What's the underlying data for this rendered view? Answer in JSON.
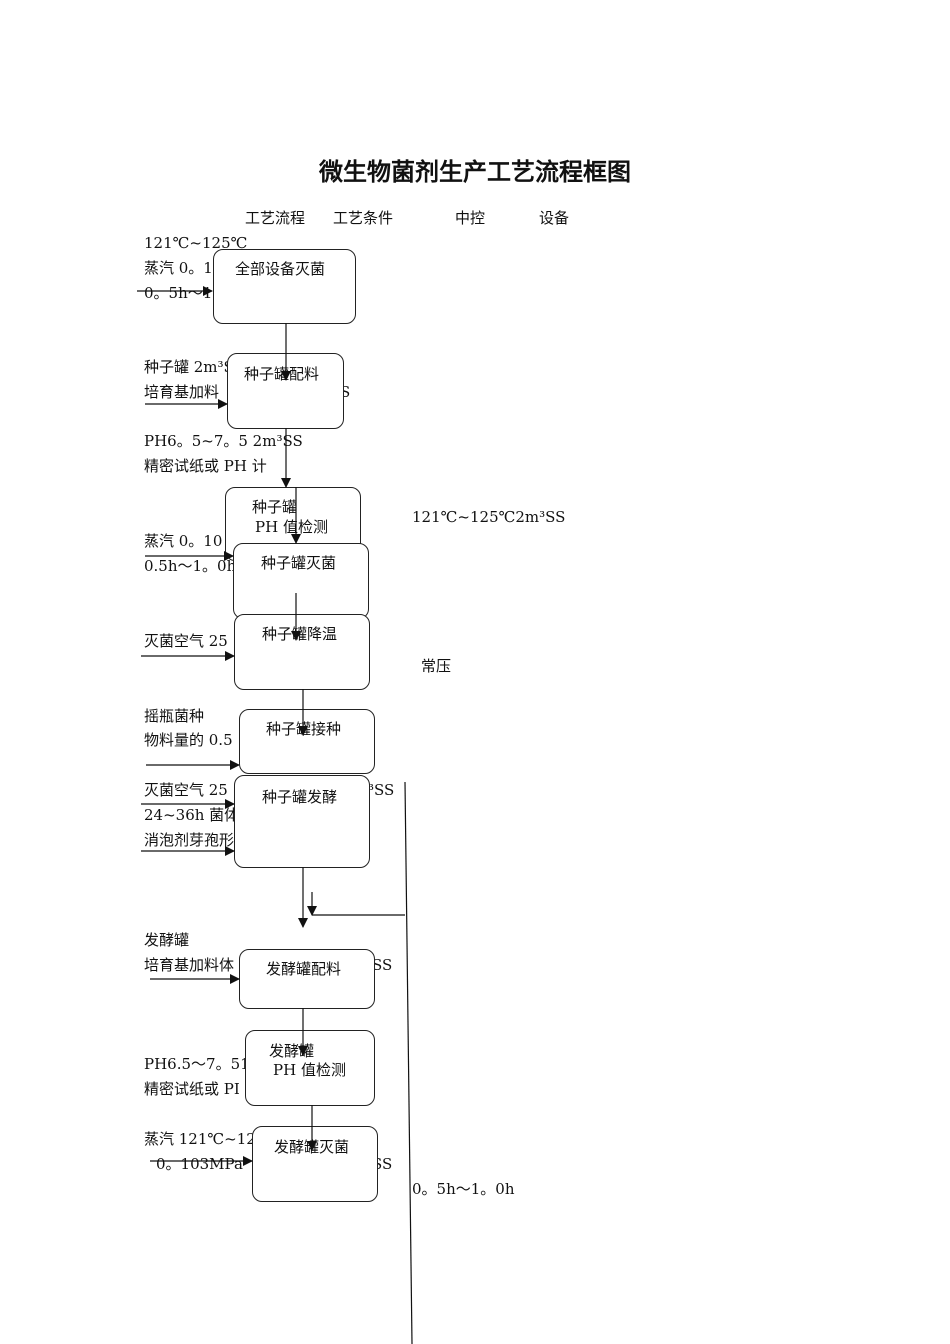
{
  "title": "微生物菌剂生产工艺流程框图",
  "headers": [
    "工艺流程",
    "工艺条件",
    "中控",
    "设备"
  ],
  "labels": {
    "l1": "121℃~125℃",
    "l2": "蒸汽 0。1",
    "l3": "0。5h～1.",
    "l4": "种子罐 2m³S",
    "l5": "培育基加料",
    "l5b": "S",
    "l6": "PH6。5~7。5   2m³SS",
    "l7": "精密试纸或 PH 计",
    "l8": "121℃~125℃2m³SS",
    "l9": "蒸汽 0。10",
    "l10": "0.5h～1。0h",
    "l11": "灭菌空气 25",
    "l12": "常压",
    "l13": "摇瓶菌种",
    "l14": "物料量的 0.5",
    "l15": "灭菌空气 25",
    "l15b": "³SS",
    "l16": "24~36h 菌体",
    "l17": "消泡剂芽孢形",
    "l18": "发酵罐",
    "l19": "培育基加料体",
    "l19b": "SS",
    "l20": "PH6.5～7。51",
    "l21": "精密试纸或 PI",
    "l22": "蒸汽 121℃~125",
    "l23": "0。103MPa",
    "l23b": "SS",
    "l24": "0。5h～1。0h"
  },
  "boxes": {
    "b1": "全部设备灭菌",
    "b2": "种子罐配料",
    "b3a": "种子罐",
    "b3b": "PH 值检测",
    "b4": "种子罐灭菌",
    "b5": "种子罐降温",
    "b6": "种子罐接种",
    "b7": "种子罐发酵",
    "b8": "发酵罐配料",
    "b9a": "发酵罐",
    "b9b": "PH 值检测",
    "b10": "发酵罐灭菌"
  }
}
